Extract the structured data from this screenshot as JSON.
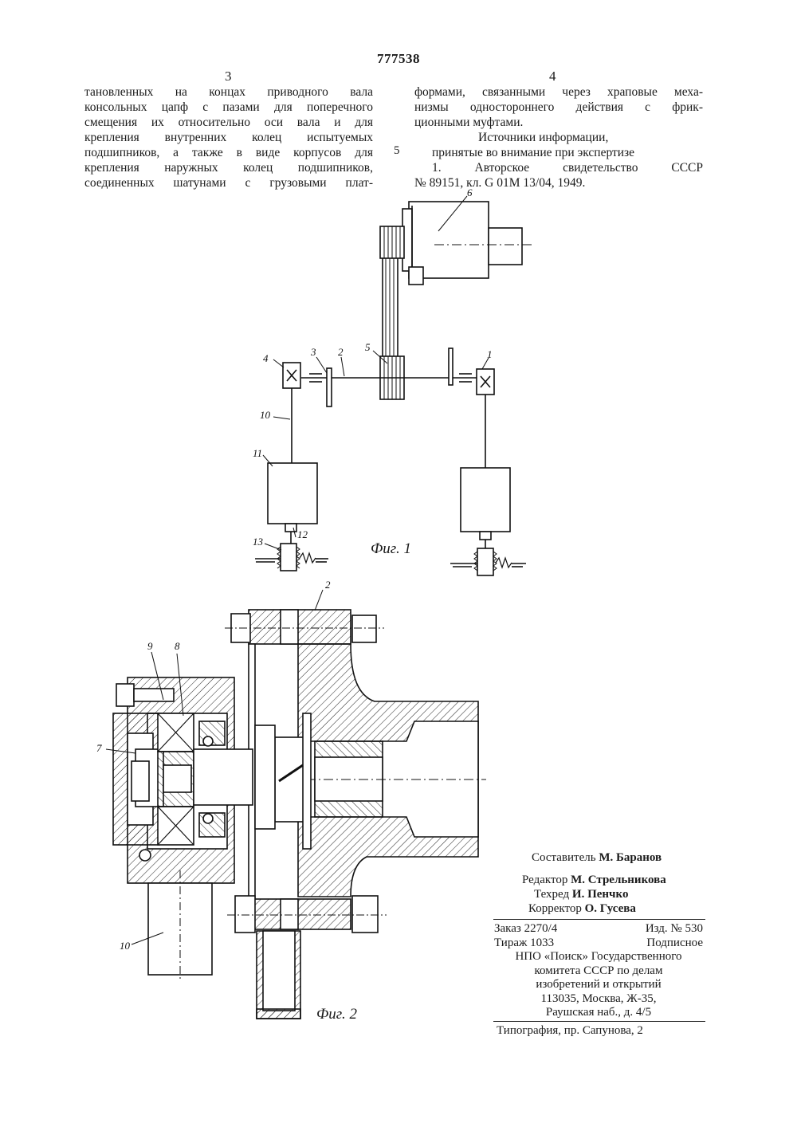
{
  "header": {
    "patent_number": "777538",
    "left_column_number": "3",
    "right_column_number": "4"
  },
  "left_column": {
    "lines": [
      "тановленных на концах приводного вала",
      "консольных цапф с пазами для поперечного",
      "смещения их относительно оси вала и для",
      "крепления внутренних колец испытуемых",
      "подшипников, а также в виде корпусов для",
      "крепления наружных колец подшипников,",
      "соединенных шатунами с грузовыми плат-"
    ]
  },
  "right_column": {
    "lines": [
      "формами, связанными через храповые меха-",
      "низмы одностороннего действия с фрик-",
      "ционными муфтами."
    ],
    "sources_heading_1": "Источники информации,",
    "sources_heading_2": "принятые во внимание при экспертизе",
    "source_1_line_1": "1. Авторское свидетельство СССР",
    "source_1_line_2": "№ 89151, кл. G 01M 13/04, 1949.",
    "line_marker": "5"
  },
  "figure1": {
    "caption": "Фиг. 1",
    "labels": [
      "6",
      "4",
      "3",
      "2",
      "5",
      "1",
      "10",
      "11",
      "12",
      "13"
    ]
  },
  "figure2": {
    "caption": "Фиг. 2",
    "labels": [
      "2",
      "9",
      "8",
      "7",
      "10"
    ]
  },
  "imprint": {
    "compiler_label": "Составитель",
    "compiler_name": "М. Баранов",
    "editor_label": "Редактор",
    "editor_name": "М. Стрельникова",
    "techred_label": "Техред",
    "techred_name": "И. Пенчко",
    "corrector_label": "Корректор",
    "corrector_name": "О. Гусева",
    "order": "Заказ 2270/4",
    "edition": "Изд. № 530",
    "circulation": "Тираж 1033",
    "subscription": "Подписное",
    "org_line_1": "НПО «Поиск» Государственного",
    "org_line_2": "комитета СССР по делам",
    "org_line_3": "изобретений и открытий",
    "address_line_1": "113035, Москва, Ж-35,",
    "address_line_2": "Раушская наб., д. 4/5",
    "printer": "Типография, пр. Сапунова, 2"
  }
}
